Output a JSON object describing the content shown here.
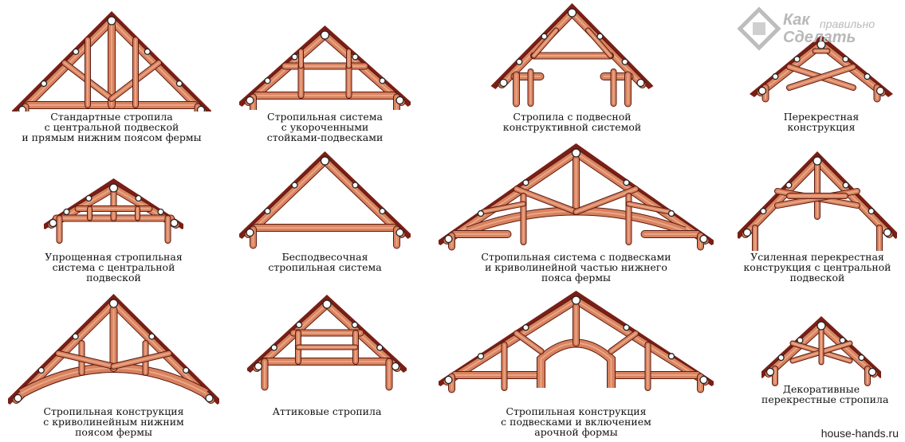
{
  "colors": {
    "roof": "#7a1f16",
    "timber": "#d9825f",
    "timber_light": "#ecb08f",
    "outline": "#5a1a10"
  },
  "diagrams": [
    {
      "id": "d1",
      "type": "standard",
      "caption": [
        "Стандартные стропила",
        "с центральной подвеской",
        "и прямым нижним поясом фермы"
      ]
    },
    {
      "id": "d2",
      "type": "short-hangers",
      "caption": [
        "Стропильная система",
        "с укороченными",
        "стойками-подвесками"
      ]
    },
    {
      "id": "d3",
      "type": "suspended",
      "caption": [
        "Стропила с подвесной",
        "конструктивной системой"
      ]
    },
    {
      "id": "d4",
      "type": "cross",
      "caption": [
        "Перекрестная",
        "конструкция"
      ]
    },
    {
      "id": "d5",
      "type": "simplified",
      "caption": [
        "Упрощенная стропильная",
        "система с центральной",
        "подвеской"
      ]
    },
    {
      "id": "d6",
      "type": "no-hanger",
      "caption": [
        "Бесподвесочная",
        "стропильная система"
      ]
    },
    {
      "id": "d7",
      "type": "hangers-curved",
      "caption": [
        "Стропильная система с подвесками",
        "и криволинейной частью нижнего",
        "пояса фермы"
      ]
    },
    {
      "id": "d8",
      "type": "reinforced-cross",
      "caption": [
        "Усиленная перекрестная",
        "конструкция с центральной",
        "подвеской"
      ]
    },
    {
      "id": "d9",
      "type": "curved-chord",
      "caption": [
        "Стропильная конструкция",
        "с криволинейным нижним",
        "поясом фермы"
      ]
    },
    {
      "id": "d10",
      "type": "attic",
      "caption": [
        "Аттиковые стропила"
      ]
    },
    {
      "id": "d11",
      "type": "arch",
      "caption": [
        "Стропильная конструкция",
        "с подвесками и включением",
        "арочной формы"
      ]
    },
    {
      "id": "d12",
      "type": "decorative-cross",
      "caption": [
        "Декоративные",
        "перекрестные стропила"
      ]
    }
  ],
  "watermark": {
    "line1": "Как",
    "line2": "правильно",
    "line3": "Сделать"
  },
  "source": "house-hands.ru"
}
